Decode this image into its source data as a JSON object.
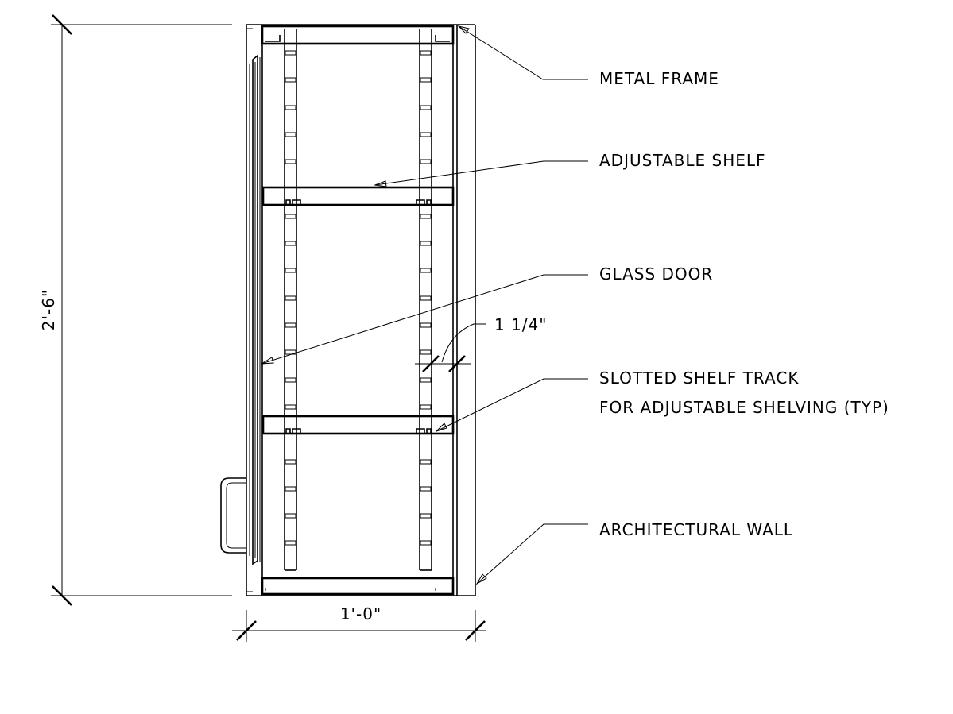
{
  "labels": {
    "metal_frame": "METAL FRAME",
    "adjustable_shelf": "ADJUSTABLE SHELF",
    "glass_door": "GLASS DOOR",
    "shelf_track_line1": "SLOTTED SHELF TRACK",
    "shelf_track_line2": "FOR ADJUSTABLE SHELVING (TYP)",
    "architectural_wall": "ARCHITECTURAL WALL"
  },
  "dimensions": {
    "height": "2'-6\"",
    "width": "1'-0\"",
    "track_gap": "1 1/4\""
  }
}
